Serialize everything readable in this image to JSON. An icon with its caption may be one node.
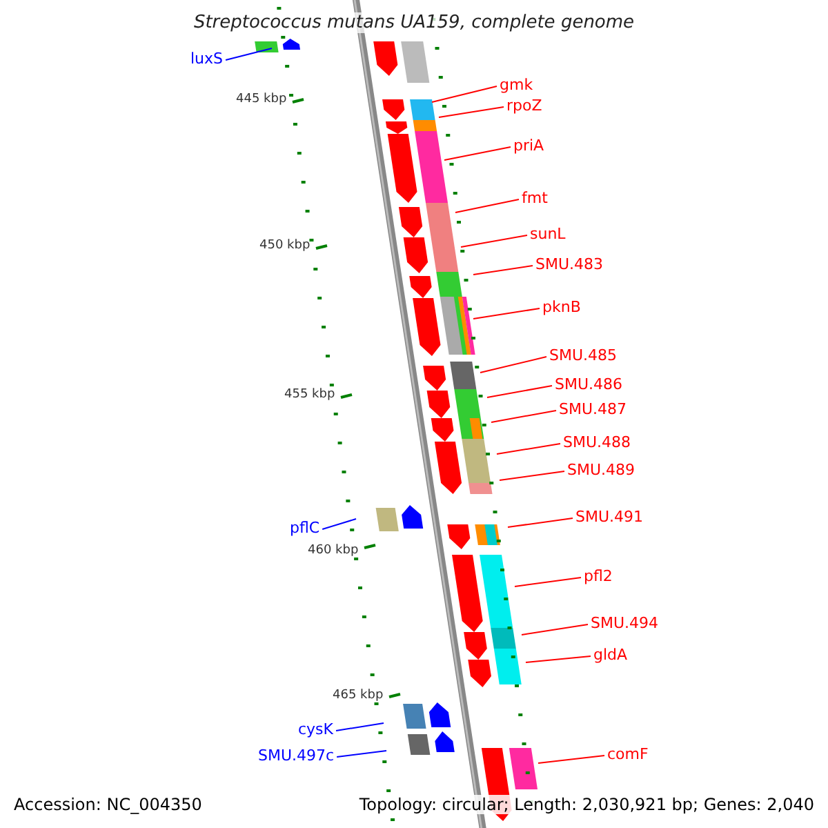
{
  "diagram": {
    "title": "Streptococcus mutans UA159, complete genome",
    "nodes": [
      {
        "text": [
          "luxS"
        ]
      },
      {
        "text": [
          "gmk"
        ]
      },
      {
        "text": [
          "rpoZ"
        ]
      },
      {
        "text": [
          "priA"
        ]
      },
      {
        "text": [
          "fmt"
        ]
      },
      {
        "text": [
          "sunL"
        ]
      },
      {
        "text": [
          "SMU.483"
        ]
      },
      {
        "text": [
          "pknB"
        ]
      },
      {
        "text": [
          "SMU.485"
        ]
      },
      {
        "text": [
          "SMU.486"
        ]
      },
      {
        "text": [
          "SMU.487"
        ]
      },
      {
        "text": [
          "SMU.488"
        ]
      },
      {
        "text": [
          "SMU.489"
        ]
      },
      {
        "text": [
          "pflC"
        ]
      },
      {
        "text": [
          "SMU.491"
        ]
      },
      {
        "text": [
          "pfl2"
        ]
      },
      {
        "text": [
          "SMU.494"
        ]
      },
      {
        "text": [
          "gldA"
        ]
      },
      {
        "text": [
          "cysK"
        ]
      },
      {
        "text": [
          "SMU.497c"
        ]
      },
      {
        "text": [
          "comF"
        ]
      }
    ],
    "edges": [
      {
        "from": 0,
        "to": null,
        "arrow": "none",
        "color": "#0000ff"
      },
      {
        "from": 1,
        "to": null,
        "arrow": "none"
      },
      {
        "from": 2,
        "to": null,
        "arrow": "none"
      },
      {
        "from": 3,
        "to": null,
        "arrow": "none"
      },
      {
        "from": 4,
        "to": null,
        "arrow": "none"
      },
      {
        "from": 5,
        "to": null,
        "arrow": "none"
      },
      {
        "from": 6,
        "to": null,
        "arrow": "none"
      },
      {
        "from": 7,
        "to": null,
        "arrow": "none"
      },
      {
        "from": 8,
        "to": null,
        "arrow": "none"
      },
      {
        "from": 9,
        "to": null,
        "arrow": "none"
      },
      {
        "from": 10,
        "to": null,
        "arrow": "none"
      },
      {
        "from": 11,
        "to": null,
        "arrow": "none"
      },
      {
        "from": 12,
        "to": null,
        "arrow": "none"
      },
      {
        "from": 13,
        "to": null,
        "arrow": "none",
        "color": "#0000ff"
      },
      {
        "from": 14,
        "to": null,
        "arrow": "none"
      },
      {
        "from": 15,
        "to": null,
        "arrow": "none"
      },
      {
        "from": 16,
        "to": null,
        "arrow": "none"
      },
      {
        "from": 17,
        "to": null,
        "arrow": "none"
      },
      {
        "from": 18,
        "to": null,
        "arrow": "none",
        "color": "#0000ff"
      },
      {
        "from": 19,
        "to": null,
        "arrow": "none",
        "color": "#0000ff"
      },
      {
        "from": 20,
        "to": null,
        "arrow": "none"
      }
    ],
    "labels": [
      "445 kbp",
      "450 kbp",
      "455 kbp",
      "460 kbp",
      "465 kbp",
      "Accession: NC_004350",
      "Topology: circular; Length: 2,030,921 bp; Genes: 2,040"
    ]
  }
}
